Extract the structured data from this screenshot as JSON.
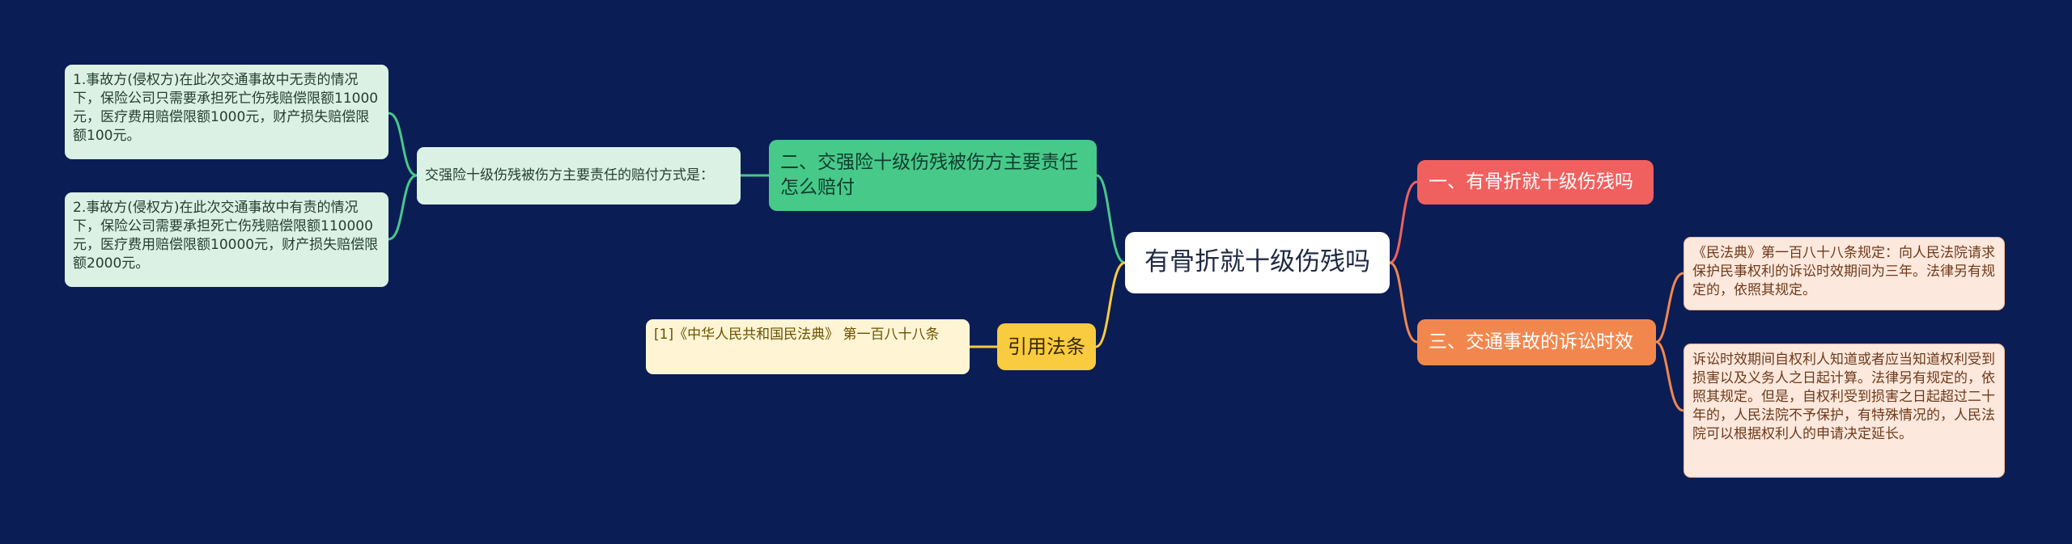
{
  "mindmap": {
    "root": {
      "label": "有骨折就十级伤残吗"
    },
    "branches": {
      "q1": {
        "label": "一、有骨折就十级伤残吗"
      },
      "q3": {
        "label": "三、交通事故的诉讼时效",
        "children": [
          "《民法典》第一百八十八条规定：向人民法院请求保护民事权利的诉讼时效期间为三年。法律另有规定的，依照其规定。",
          "诉讼时效期间自权利人知道或者应当知道权利受到损害以及义务人之日起计算。法律另有规定的，依照其规定。但是，自权利受到损害之日起超过二十年的，人民法院不予保护，有特殊情况的，人民法院可以根据权利人的申请决定延长。"
        ]
      },
      "q2": {
        "label": "二、交强险十级伤残被伤方主要责任怎么赔付",
        "child": "交强险十级伤残被伤方主要责任的赔付方式是：",
        "grandchildren": [
          "1.事故方(侵权方)在此次交通事故中无责的情况下，保险公司只需要承担死亡伤残赔偿限额11000元，医疗费用赔偿限额1000元，财产损失赔偿限额100元。",
          "2.事故方(侵权方)在此次交通事故中有责的情况下，保险公司需要承担死亡伤残赔偿限额110000元，医疗费用赔偿限额10000元，财产损失赔偿限额2000元。"
        ]
      },
      "ref": {
        "label": "引用法条",
        "child": "[1]《中华人民共和国民法典》 第一百八十八条"
      }
    }
  },
  "colors": {
    "background": "#0b1d55",
    "red": "#f0605e",
    "orange": "#f2874e",
    "green": "#47c98a",
    "yellow": "#f9cb3e"
  }
}
